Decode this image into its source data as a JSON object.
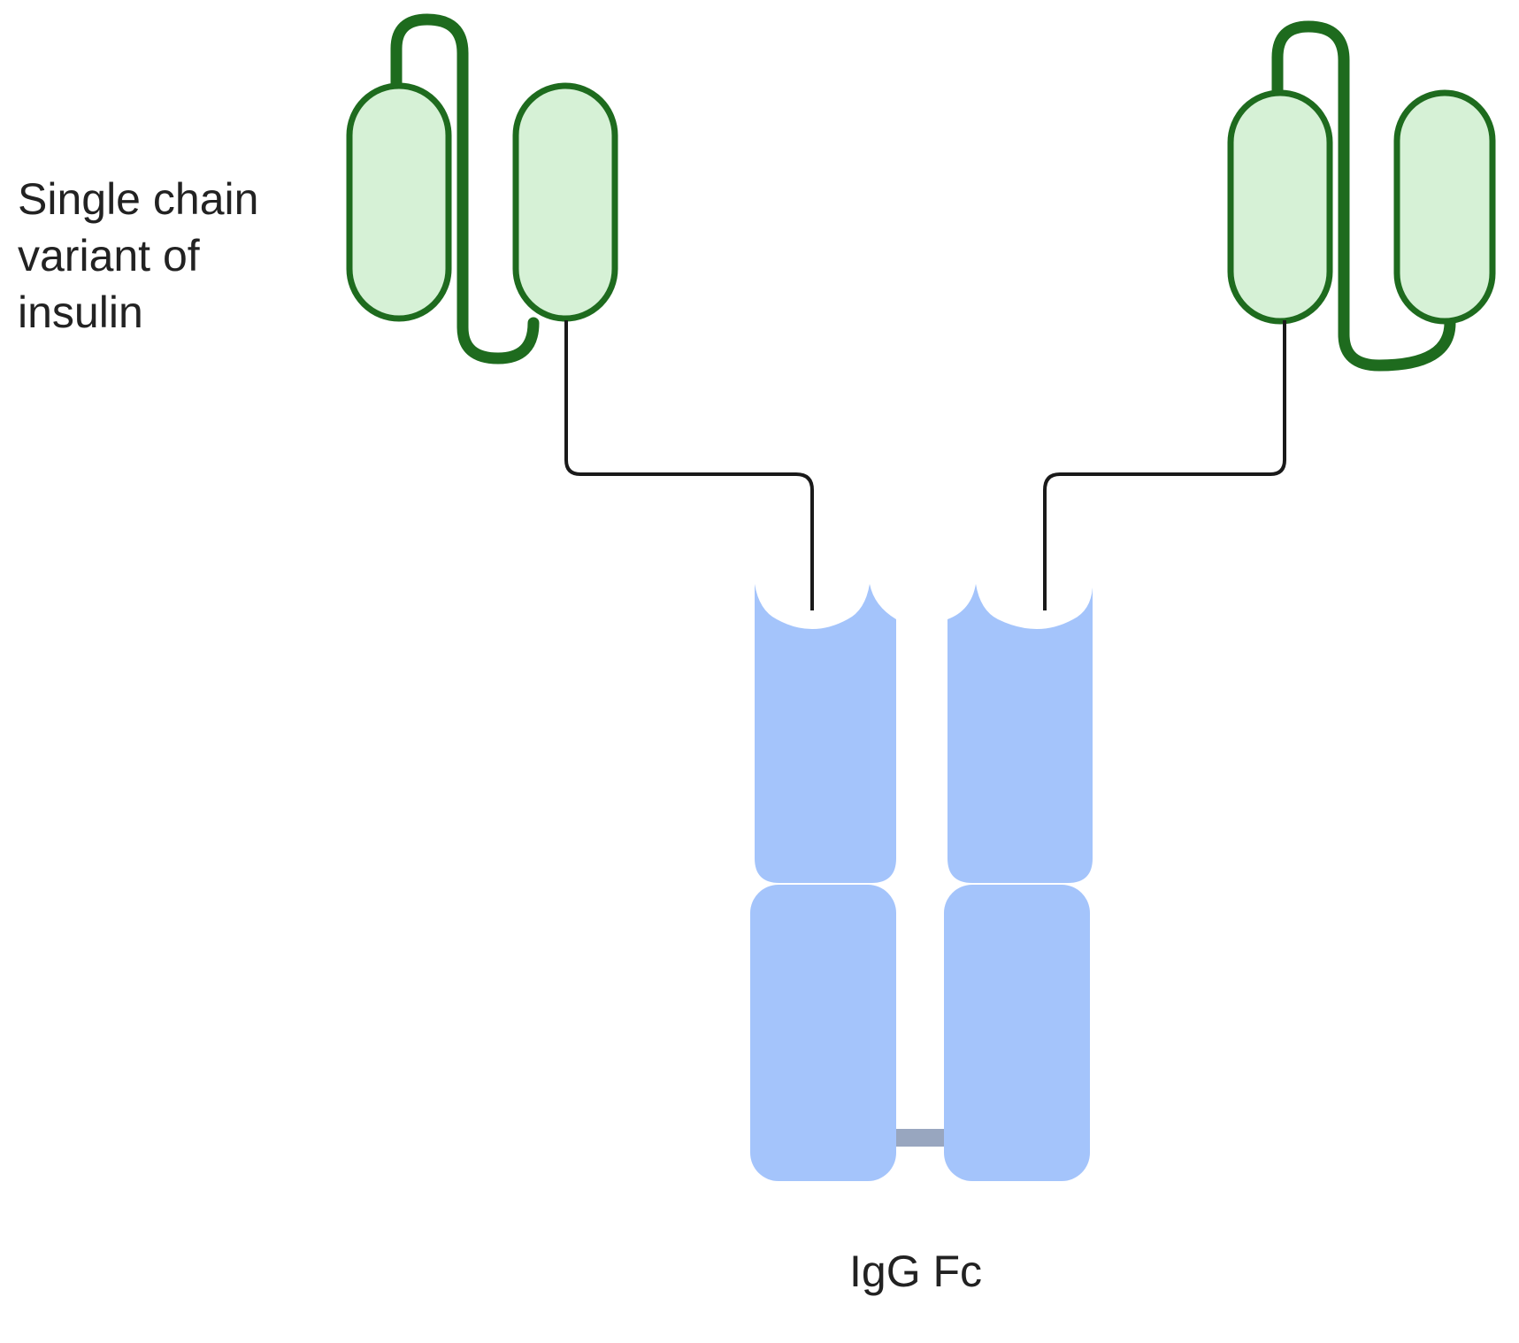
{
  "labels": {
    "insulin_line1": "Single chain",
    "insulin_line2": "variant of",
    "insulin_line3": "insulin",
    "fc": "IgG Fc"
  },
  "colors": {
    "insulin_fill": "#d6f1d6",
    "insulin_stroke": "#1e6b1e",
    "fc_fill": "#a4c4fb",
    "hinge": "#98a6bf",
    "linker": "#1a1a1a"
  }
}
